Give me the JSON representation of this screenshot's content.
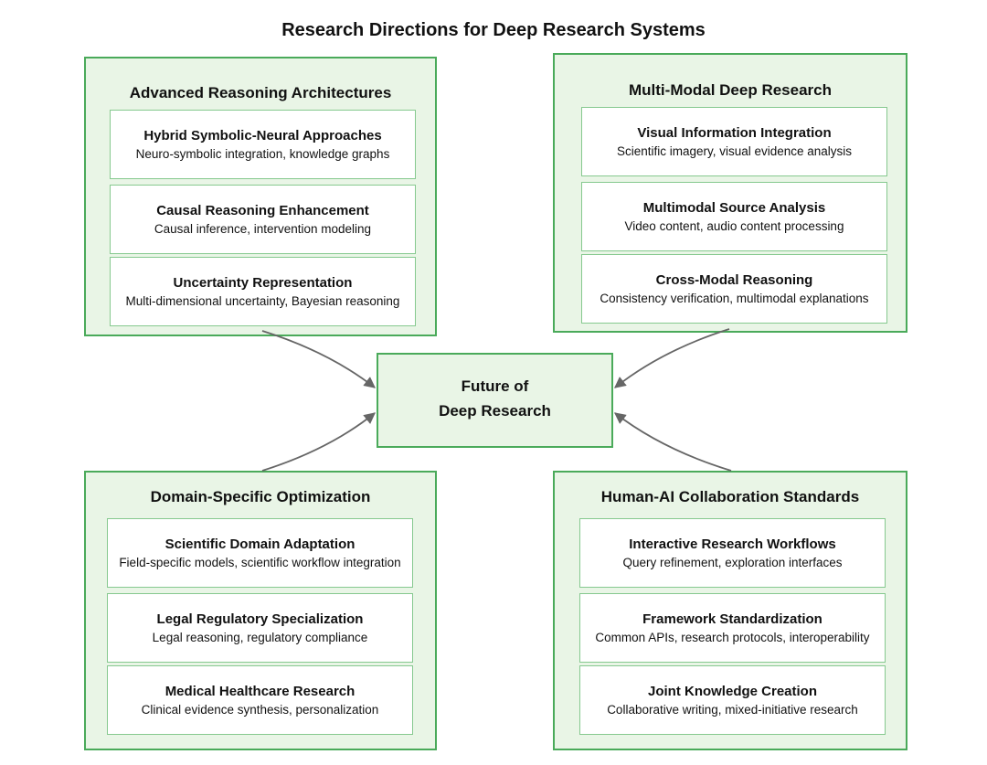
{
  "title": "Research Directions for Deep Research Systems",
  "center": {
    "line1": "Future of",
    "line2": "Deep Research"
  },
  "groups": [
    {
      "title": "Advanced Reasoning Architectures",
      "items": [
        {
          "title": "Hybrid Symbolic-Neural Approaches",
          "sub": "Neuro-symbolic integration, knowledge graphs"
        },
        {
          "title": "Causal Reasoning Enhancement",
          "sub": "Causal inference, intervention modeling"
        },
        {
          "title": "Uncertainty Representation",
          "sub": "Multi-dimensional uncertainty, Bayesian reasoning"
        }
      ]
    },
    {
      "title": "Multi-Modal Deep Research",
      "items": [
        {
          "title": "Visual Information Integration",
          "sub": "Scientific imagery, visual evidence analysis"
        },
        {
          "title": "Multimodal Source Analysis",
          "sub": "Video content, audio content processing"
        },
        {
          "title": "Cross-Modal Reasoning",
          "sub": "Consistency verification, multimodal explanations"
        }
      ]
    },
    {
      "title": "Domain-Specific Optimization",
      "items": [
        {
          "title": "Scientific Domain Adaptation",
          "sub": "Field-specific models, scientific workflow integration"
        },
        {
          "title": "Legal Regulatory Specialization",
          "sub": "Legal reasoning, regulatory compliance"
        },
        {
          "title": "Medical Healthcare Research",
          "sub": "Clinical evidence synthesis, personalization"
        }
      ]
    },
    {
      "title": "Human-AI Collaboration Standards",
      "items": [
        {
          "title": "Interactive Research Workflows",
          "sub": "Query refinement, exploration interfaces"
        },
        {
          "title": "Framework Standardization",
          "sub": "Common APIs, research protocols, interoperability"
        },
        {
          "title": "Joint Knowledge Creation",
          "sub": "Collaborative writing, mixed-initiative research"
        }
      ]
    }
  ],
  "colors": {
    "group_fill": "#e9f5e6",
    "group_border": "#4aaa5a",
    "card_border": "#86c98f",
    "arrow": "#666666"
  }
}
